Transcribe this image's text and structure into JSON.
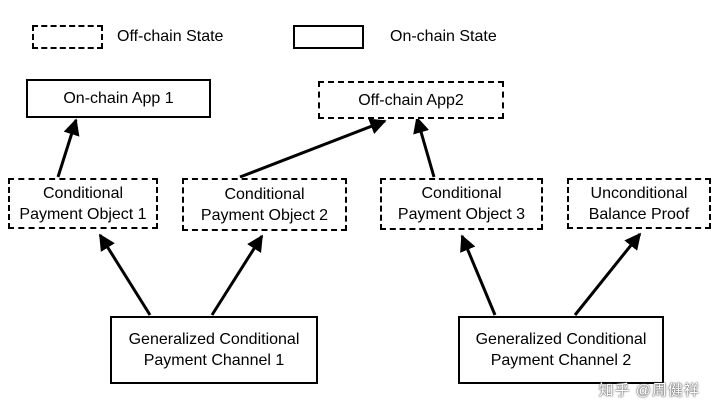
{
  "legend": {
    "offchain_label": "Off-chain State",
    "onchain_label": "On-chain State"
  },
  "nodes": {
    "onchain_app_1": {
      "line1": "On-chain App 1"
    },
    "offchain_app_2": {
      "line1": "Off-chain App2"
    },
    "cpo_1": {
      "line1": "Conditional",
      "line2": "Payment Object 1"
    },
    "cpo_2": {
      "line1": "Conditional",
      "line2": "Payment Object 2"
    },
    "cpo_3": {
      "line1": "Conditional",
      "line2": "Payment Object 3"
    },
    "ubp": {
      "line1": "Unconditional",
      "line2": "Balance Proof"
    },
    "gcpc_1": {
      "line1": "Generalized Conditional",
      "line2": "Payment Channel 1"
    },
    "gcpc_2": {
      "line1": "Generalized Conditional",
      "line2": "Payment Channel 2"
    }
  },
  "watermark": "知乎 @周健祥",
  "colors": {
    "line": "#000000",
    "background": "#ffffff"
  }
}
